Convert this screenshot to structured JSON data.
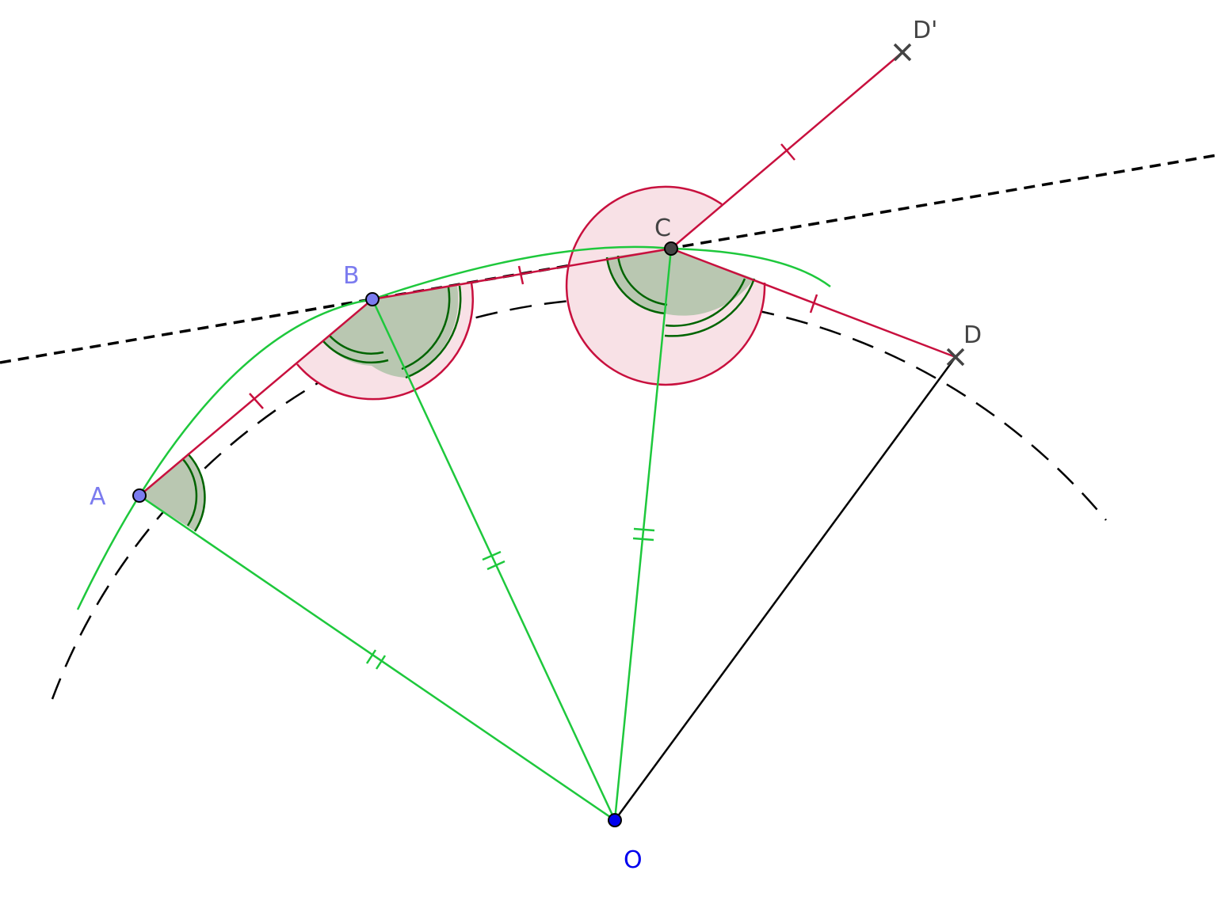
{
  "diagram": {
    "points": {
      "A": {
        "label": "A",
        "color": "#7b7bef"
      },
      "B": {
        "label": "B",
        "color": "#7b7bef"
      },
      "C": {
        "label": "C",
        "color": "#444444"
      },
      "D": {
        "label": "D",
        "color": "#444444"
      },
      "D2": {
        "label": "D'",
        "color": "#444444"
      },
      "O": {
        "label": "O",
        "color": "#0000ee"
      }
    },
    "colors": {
      "radius_segments": "#1ec83c",
      "chord_segments": "#c8103e",
      "arc": "#1ec83c",
      "angle_fill": "#b9c7b1",
      "angle_stroke": "#006400",
      "ext_angle_fill": "#f8e1e6",
      "ext_angle_stroke": "#c8103e",
      "dashed_lines": "#000000",
      "segment_OD": "#000000"
    }
  }
}
